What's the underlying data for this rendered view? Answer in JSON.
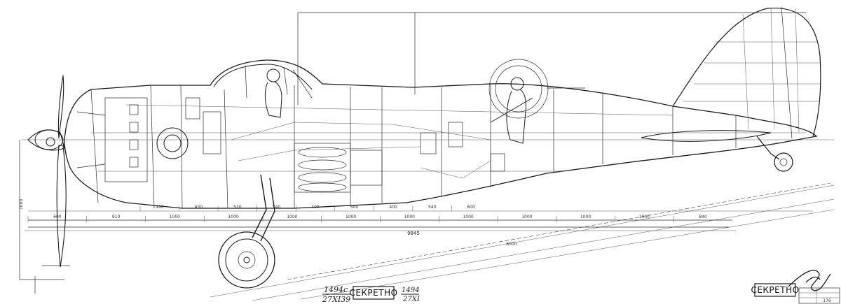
{
  "stamps": {
    "secret_bottom": "СЕКРЕТНО",
    "secret_right": "СЕКРЕТНО"
  },
  "registry": {
    "number_top": "1494с",
    "number_bottom": "27XI39",
    "copy_top": "1494",
    "copy_bottom": "27XI"
  },
  "dimensions": {
    "overall_length": "9845",
    "segments_lower": [
      "600",
      "910",
      "1000",
      "1000",
      "1000",
      "1000",
      "1000",
      "1000",
      "1000",
      "1000",
      "1000",
      "840"
    ],
    "segments_upper": [
      "490",
      "430",
      "520",
      "540",
      "400",
      "500",
      "400",
      "540",
      "600"
    ],
    "ground_line": "6000",
    "height_mark": "1000"
  },
  "title_block": {
    "sheet_number": "176"
  },
  "colors": {
    "paper": "#ffffff",
    "ink": "#1a1a1a"
  }
}
